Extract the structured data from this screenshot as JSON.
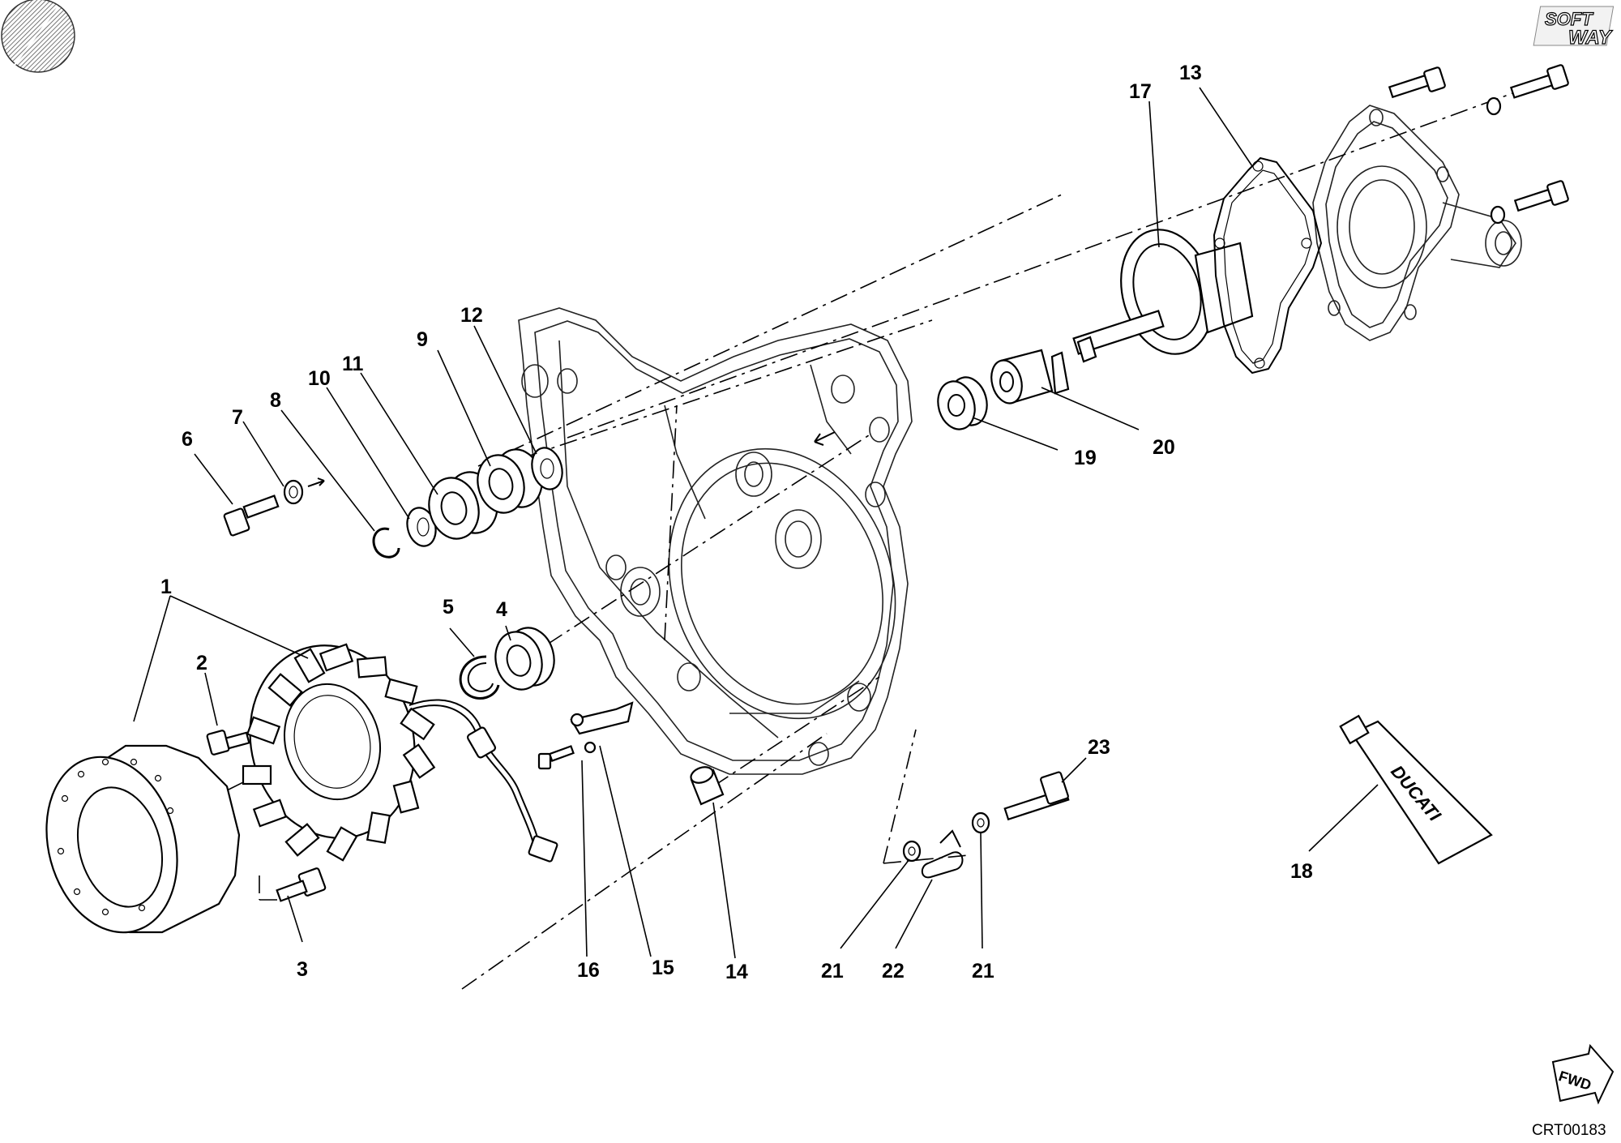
{
  "diagram": {
    "code": "CRT00183",
    "fwd_label": "FWD",
    "tube_brand": "DUCATI",
    "logo_lines": [
      "SOFT",
      "WAY"
    ],
    "callouts": [
      {
        "id": "c1",
        "text": "1"
      },
      {
        "id": "c2",
        "text": "2"
      },
      {
        "id": "c3",
        "text": "3"
      },
      {
        "id": "c4",
        "text": "4"
      },
      {
        "id": "c5",
        "text": "5"
      },
      {
        "id": "c6",
        "text": "6"
      },
      {
        "id": "c7",
        "text": "7"
      },
      {
        "id": "c8",
        "text": "8"
      },
      {
        "id": "c9",
        "text": "9"
      },
      {
        "id": "c10",
        "text": "10"
      },
      {
        "id": "c11",
        "text": "11"
      },
      {
        "id": "c12",
        "text": "12"
      },
      {
        "id": "c13",
        "text": "13"
      },
      {
        "id": "c14",
        "text": "14"
      },
      {
        "id": "c15",
        "text": "15"
      },
      {
        "id": "c16",
        "text": "16"
      },
      {
        "id": "c17",
        "text": "17"
      },
      {
        "id": "c18",
        "text": "18"
      },
      {
        "id": "c19",
        "text": "19"
      },
      {
        "id": "c20",
        "text": "20"
      },
      {
        "id": "c21a",
        "text": "21"
      },
      {
        "id": "c22",
        "text": "22"
      },
      {
        "id": "c21b",
        "text": "21"
      },
      {
        "id": "c23",
        "text": "23"
      }
    ]
  }
}
